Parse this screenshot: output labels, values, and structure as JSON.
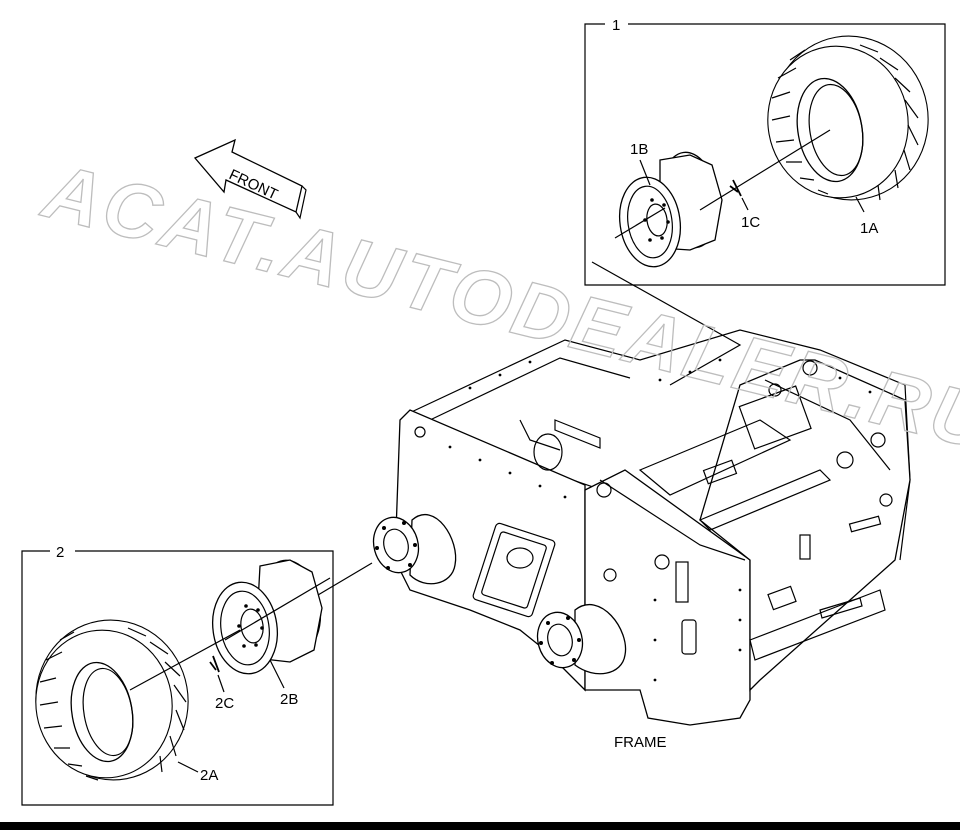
{
  "watermark": "ACAT.AUTODEALER.RU",
  "front_arrow": {
    "label": "FRONT"
  },
  "box1": {
    "number": "1",
    "parts": {
      "tire": "1A",
      "rim": "1B",
      "valve": "1C"
    }
  },
  "box2": {
    "number": "2",
    "parts": {
      "tire": "2A",
      "rim": "2B",
      "valve": "2C"
    }
  },
  "frame_label": "FRAME"
}
